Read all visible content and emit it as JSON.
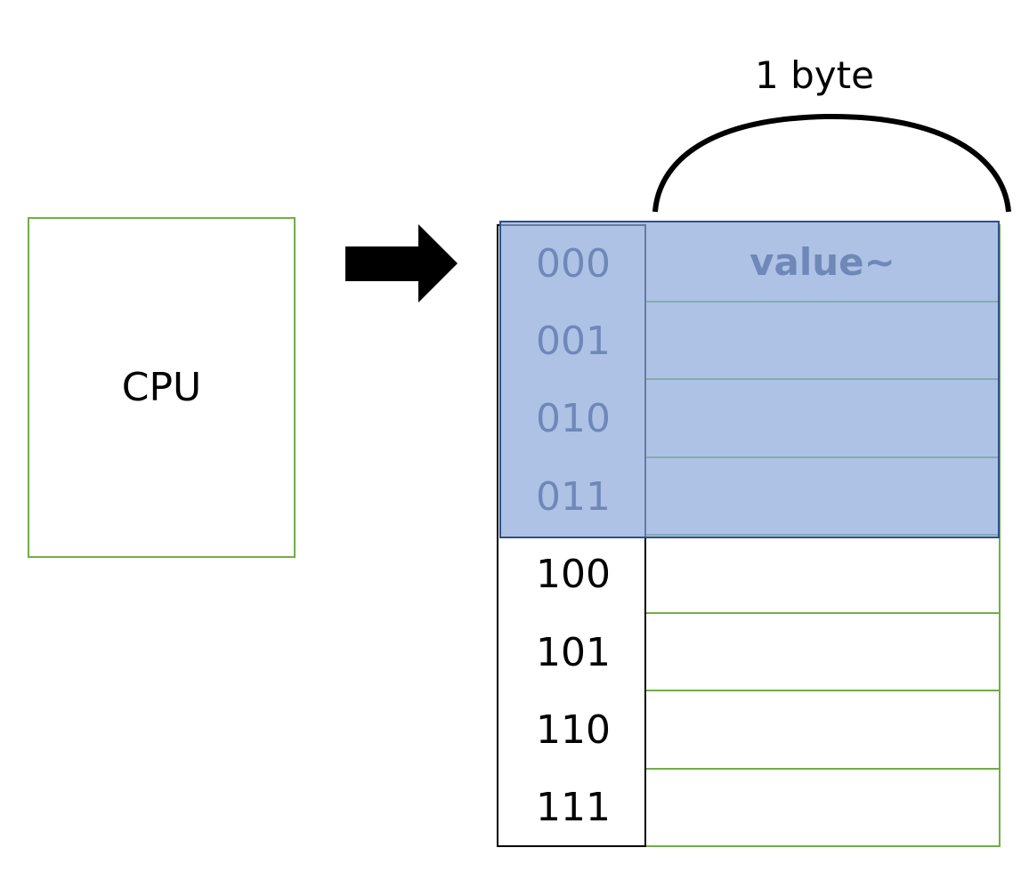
{
  "cpu": {
    "label": "CPU"
  },
  "memory": {
    "size_label": "1 byte",
    "rows": [
      {
        "address": "000",
        "value": "value~",
        "highlighted": true
      },
      {
        "address": "001",
        "value": "",
        "highlighted": true
      },
      {
        "address": "010",
        "value": "",
        "highlighted": true
      },
      {
        "address": "011",
        "value": "",
        "highlighted": true
      },
      {
        "address": "100",
        "value": "",
        "highlighted": false
      },
      {
        "address": "101",
        "value": "",
        "highlighted": false
      },
      {
        "address": "110",
        "value": "",
        "highlighted": false
      },
      {
        "address": "111",
        "value": "",
        "highlighted": false
      }
    ]
  },
  "colors": {
    "box_border": "#70ad47",
    "highlight_fill": "#b0c4e6",
    "highlight_border": "#2f4f8f",
    "highlight_text": "#1f3158"
  },
  "icons": {
    "pointer": "right-arrow-icon",
    "span": "brace-icon"
  }
}
